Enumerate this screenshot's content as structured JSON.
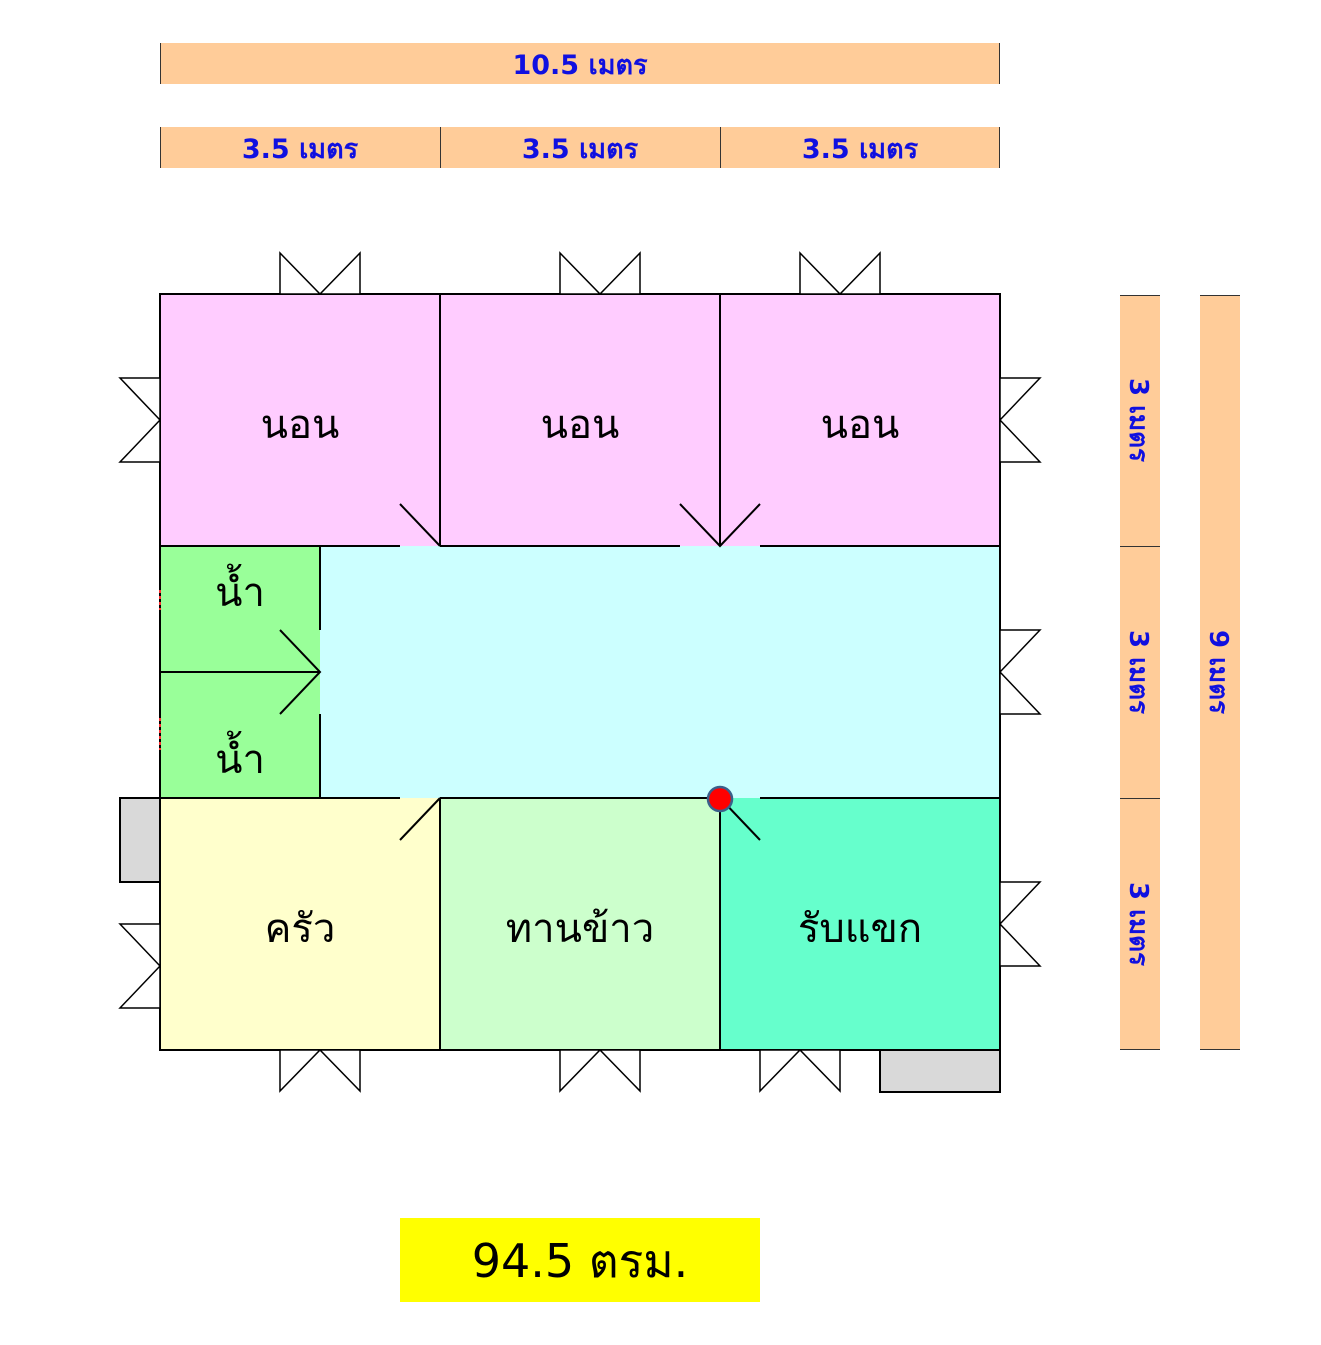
{
  "dimensions": {
    "total_width": "10.5 เมตร",
    "col1": "3.5 เมตร",
    "col2": "3.5 เมตร",
    "col3": "3.5 เมตร",
    "row1": "3 เมตร",
    "row2": "3 เมตร",
    "row3": "3 เมตร",
    "total_depth": "9 เมตร"
  },
  "rooms": {
    "bedroom_1": "นอน",
    "bedroom_2": "นอน",
    "bedroom_3": "นอน",
    "bathroom_1": "น้ำ",
    "bathroom_2": "น้ำ",
    "kitchen": "ครัว",
    "dining": "ทานข้าว",
    "living": "รับแขก"
  },
  "area": "94.5 ตรม.",
  "colors": {
    "dimension_bar": "#ffcc99",
    "dimension_text": "#1010e0",
    "bedroom": "#ffccff",
    "bathroom": "#99ff99",
    "hall": "#ccffff",
    "kitchen": "#ffffcc",
    "dining": "#ccffcc",
    "living": "#66ffcc",
    "area_box": "#ffff00",
    "annex": "#d9d9d9",
    "marker": "#ff0000"
  }
}
